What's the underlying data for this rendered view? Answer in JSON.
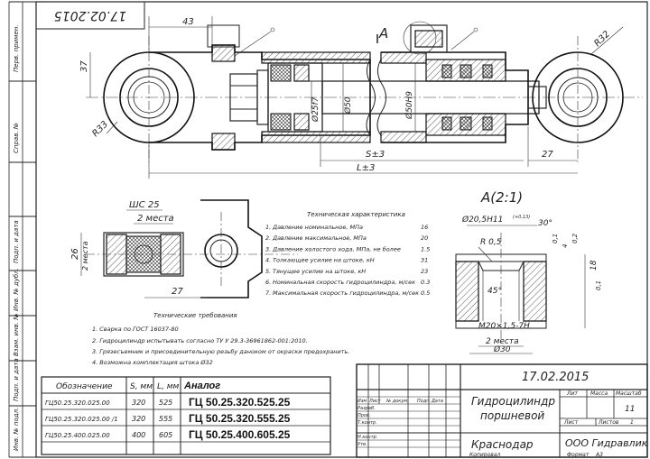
{
  "stamp_date": "17.02.2015",
  "side_labels": [
    "Перв. примен.",
    "Справ. №",
    "Подп. и дата",
    "Инв. № дубл.",
    "Взам. инв. №",
    "Подп. и дата",
    "Инв. № подл."
  ],
  "main_view": {
    "dim_43": "43",
    "dim_37": "37",
    "dim_r33": "R33",
    "dim_r32": "R32",
    "dim_d25": "Ø25f7",
    "dim_d50": "Ø50",
    "dim_d50h9": "Ø50H9",
    "dim_s3": "S±3",
    "dim_l3": "L±3",
    "dim_27": "27",
    "callout_a": "A"
  },
  "bushing_view": {
    "dim_sh25": "ШС 25",
    "two_places": "2 места",
    "dim_26": "26",
    "dim_27": "27"
  },
  "detail_a": {
    "title": "A(2:1)",
    "dim_d205": "Ø20,5H11",
    "tol_d205": "(+0,13)",
    "dim_30deg": "30°",
    "dim_r05": "R 0,5",
    "dim_01": "0,1",
    "dim_4": "4",
    "dim_02": "0,2",
    "dim_01b": "0,1",
    "dim_18": "18",
    "dim_45deg": "45°",
    "dim_thread": "M20×1,5-7H",
    "two_places": "2 места",
    "dim_d30": "Ø30"
  },
  "tech_char": {
    "title": "Техническая характеристика",
    "rows": [
      {
        "n": "1.",
        "label": "Давление номинальное, МПа",
        "value": "16"
      },
      {
        "n": "2.",
        "label": "Давление максимальное, МПа",
        "value": "20"
      },
      {
        "n": "3.",
        "label": "Давление холостого хода, МПа, не более",
        "value": "1.5"
      },
      {
        "n": "4.",
        "label": "Толкающее усилие на штоке, кН",
        "value": "31"
      },
      {
        "n": "5.",
        "label": "Тянущее усилие на штоке, кН",
        "value": "23"
      },
      {
        "n": "6.",
        "label": "Номинальная скорость гидроцилиндра, м/сек",
        "value": "0.3"
      },
      {
        "n": "7.",
        "label": "Максимальная скорость гидроцилиндра, м/сек",
        "value": "0.5"
      }
    ]
  },
  "tech_req": {
    "title": "Технические требования",
    "items": [
      "1. Сварка по ГОСТ 16037-80",
      "2. Гидроцилиндр испытывать согласно ТУ У 29.3-36961862-001:2010.",
      "3. Грязесъемник и присоединительную резьбу даноком от окраски предохранить.",
      "4. Возможна комплектация штока Ø32"
    ]
  },
  "table": {
    "headers": [
      "Обозначение",
      "S, мм",
      "L, мм",
      "Аналог"
    ],
    "rows": [
      {
        "code": "ГЦ50.25.320.025.00",
        "s": "320",
        "l": "525",
        "analog": "ГЦ 50.25.320.525.25"
      },
      {
        "code": "ГЦ50.25.320.025.00 /1",
        "s": "320",
        "l": "555",
        "analog": "ГЦ 50.25.320.555.25"
      },
      {
        "code": "ГЦ50.25.400.025.00",
        "s": "400",
        "l": "605",
        "analog": "ГЦ 50.25.400.605.25"
      }
    ]
  },
  "title_block": {
    "date": "17.02.2015",
    "name_line1": "Гидроцилиндр",
    "name_line2": "поршневой",
    "city": "Краснодар",
    "company": "ООО Гидравлик",
    "sheet_label": "Лит",
    "mass_label": "Масса",
    "scale_label": "Масштаб",
    "scale_value": "11",
    "sheet_n_label": "Лист",
    "sheets_label": "Листов",
    "sheets_value": "1",
    "rows_left": [
      "Изм",
      "Лист",
      "№ докум.",
      "Подп.",
      "Дата"
    ],
    "roles": [
      "Разраб.",
      "Пров.",
      "Т.контр.",
      "Н.контр.",
      "Утв."
    ],
    "copied": "Копировал",
    "format_label": "Формат",
    "format_value": "A3"
  }
}
